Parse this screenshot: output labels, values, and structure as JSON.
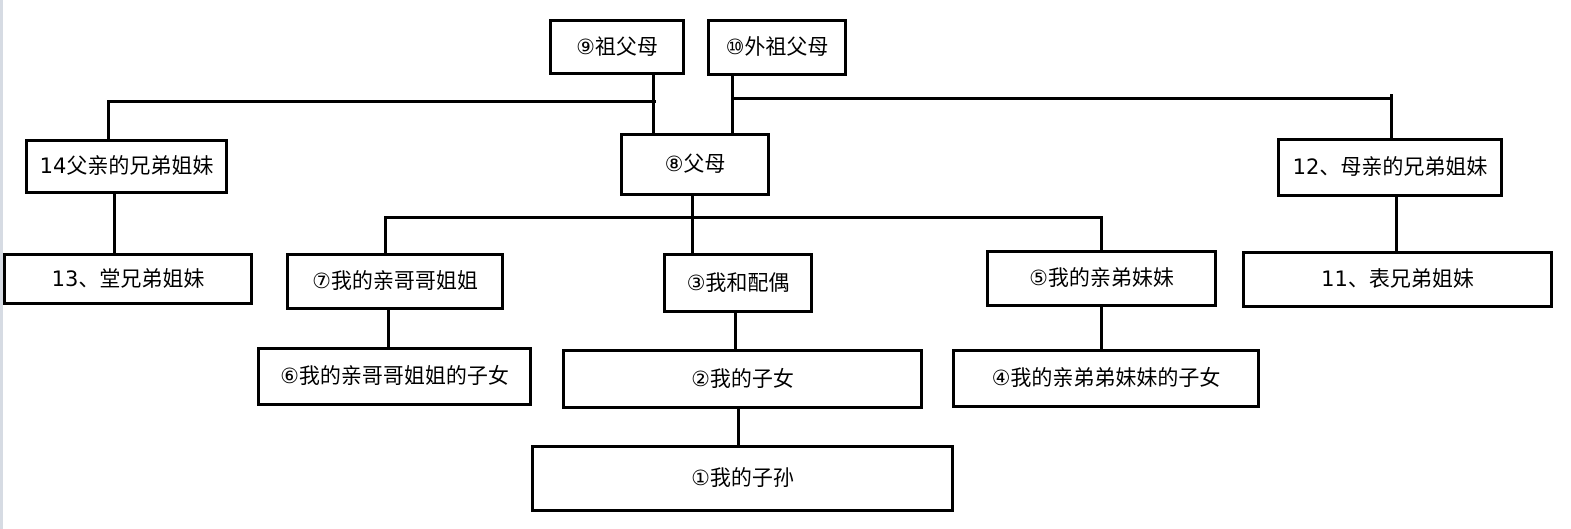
{
  "diagram": {
    "line_color": "#000000",
    "box_border_color": "#000000",
    "background": "#ffffff",
    "nodes": {
      "grandparents": "⑨祖父母",
      "maternal_grandparents": "⑩外祖父母",
      "father_siblings": "14父亲的兄弟姐妹",
      "parents": "⑧父母",
      "mother_siblings": "12、母亲的兄弟姐妹",
      "paternal_cousins": "13、堂兄弟姐妹",
      "elder_siblings": "⑦我的亲哥哥姐姐",
      "me_and_spouse": "③我和配偶",
      "younger_siblings": "⑤我的亲弟妹妹",
      "maternal_cousins": "11、表兄弟姐妹",
      "elder_siblings_children": "⑥我的亲哥哥姐姐的子女",
      "my_children": "②我的子女",
      "younger_siblings_children": "④我的亲弟弟妹妹的子女",
      "my_grandchildren": "①我的子孙"
    }
  }
}
